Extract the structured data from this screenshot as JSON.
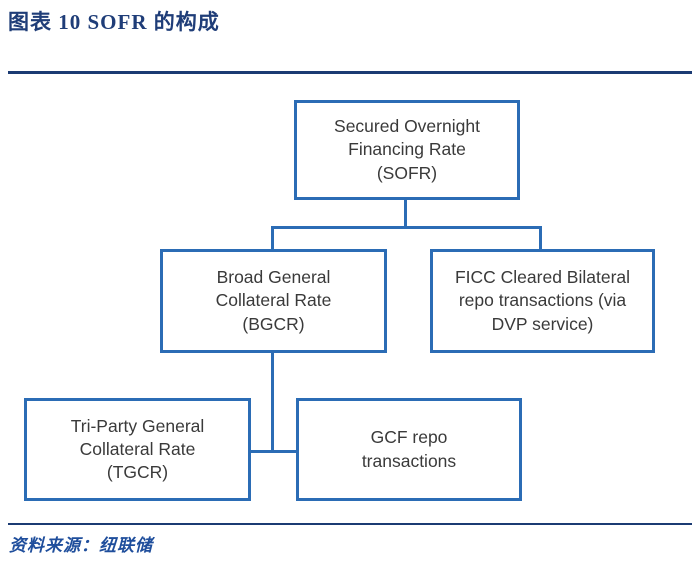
{
  "header": {
    "title": "图表 10  SOFR 的构成",
    "divider_color": "#1b3b73"
  },
  "footer": {
    "source": "资料来源：纽联储",
    "divider_color": "#1b3b73"
  },
  "diagram": {
    "type": "hierarchy-flowchart",
    "box_border_color": "#2b6cb5",
    "box_fill_color": "#ffffff",
    "connector_color": "#2b6cb5",
    "nodes": [
      {
        "id": "sofr",
        "label": "Secured Overnight\nFinancing Rate\n(SOFR)",
        "level": 1
      },
      {
        "id": "bgcr",
        "label": "Broad General\nCollateral Rate\n(BGCR)",
        "level": 2
      },
      {
        "id": "ficc",
        "label": "FICC Cleared Bilateral\nrepo transactions (via\nDVP service)",
        "level": 2
      },
      {
        "id": "tgcr",
        "label": "Tri-Party General\nCollateral Rate\n(TGCR)",
        "level": 3
      },
      {
        "id": "gcf",
        "label": "GCF repo\ntransactions",
        "level": 3
      }
    ],
    "edges": [
      {
        "from": "sofr",
        "to": "bgcr"
      },
      {
        "from": "sofr",
        "to": "ficc"
      },
      {
        "from": "bgcr",
        "to": "tgcr"
      },
      {
        "from": "bgcr",
        "to": "gcf"
      }
    ]
  }
}
